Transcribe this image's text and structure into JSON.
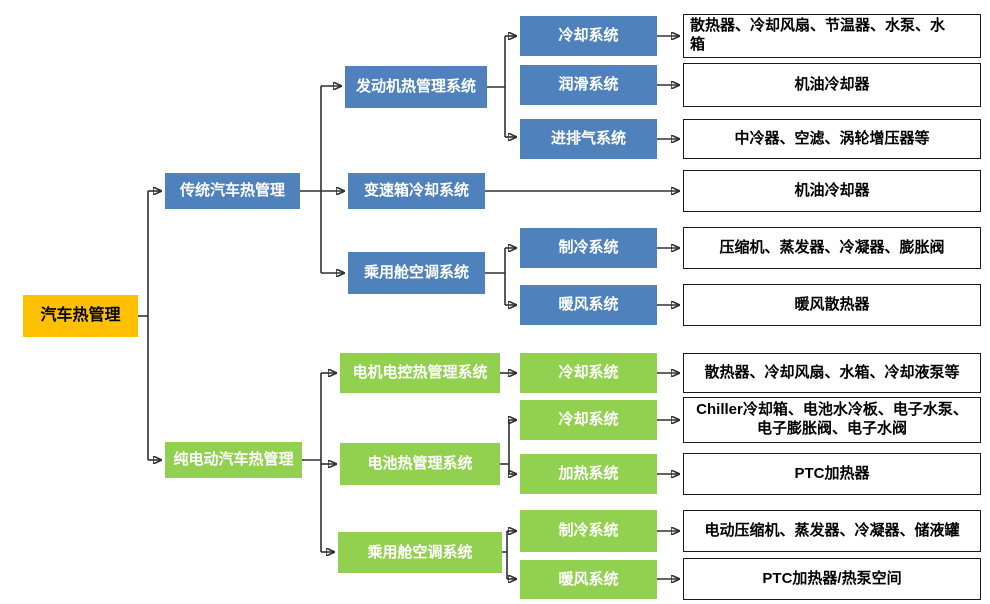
{
  "colors": {
    "root": "#FFC000",
    "blue": "#4F81BD",
    "green": "#92D050",
    "line": "#303030",
    "leaf_border": "#1a1a1a"
  },
  "tree": {
    "root": {
      "label": "汽车热管理"
    },
    "traditional": {
      "label": "传统汽车热管理",
      "engine": {
        "label": "发动机热管理系统",
        "cooling": {
          "label": "冷却系统",
          "components": "散热器、冷却风扇、节温器、水泵、水箱"
        },
        "lubrication": {
          "label": "润滑系统",
          "components": "机油冷却器"
        },
        "intake_exhaust": {
          "label": "进排气系统",
          "components": "中冷器、空滤、涡轮增压器等"
        }
      },
      "gearbox": {
        "label": "变速箱冷却系统",
        "components": "机油冷却器"
      },
      "cabin": {
        "label": "乘用舱空调系统",
        "refrigeration": {
          "label": "制冷系统",
          "components": "压缩机、蒸发器、冷凝器、膨胀阀"
        },
        "warm_air": {
          "label": "暖风系统",
          "components": "暖风散热器"
        }
      }
    },
    "ev": {
      "label": "纯电动汽车热管理",
      "motor": {
        "label": "电机电控热管理系统",
        "cooling": {
          "label": "冷却系统",
          "components": "散热器、冷却风扇、水箱、冷却液泵等"
        }
      },
      "battery": {
        "label": "电池热管理系统",
        "cooling": {
          "label": "冷却系统",
          "components": "Chiller冷却箱、电池水冷板、电子水泵、电子膨胀阀、电子水阀"
        },
        "heating": {
          "label": "加热系统",
          "components": "PTC加热器"
        }
      },
      "cabin": {
        "label": "乘用舱空调系统",
        "refrigeration": {
          "label": "制冷系统",
          "components": "电动压缩机、蒸发器、冷凝器、储液罐"
        },
        "warm_air": {
          "label": "暖风系统",
          "components": "PTC加热器/热泵空间"
        }
      }
    }
  }
}
